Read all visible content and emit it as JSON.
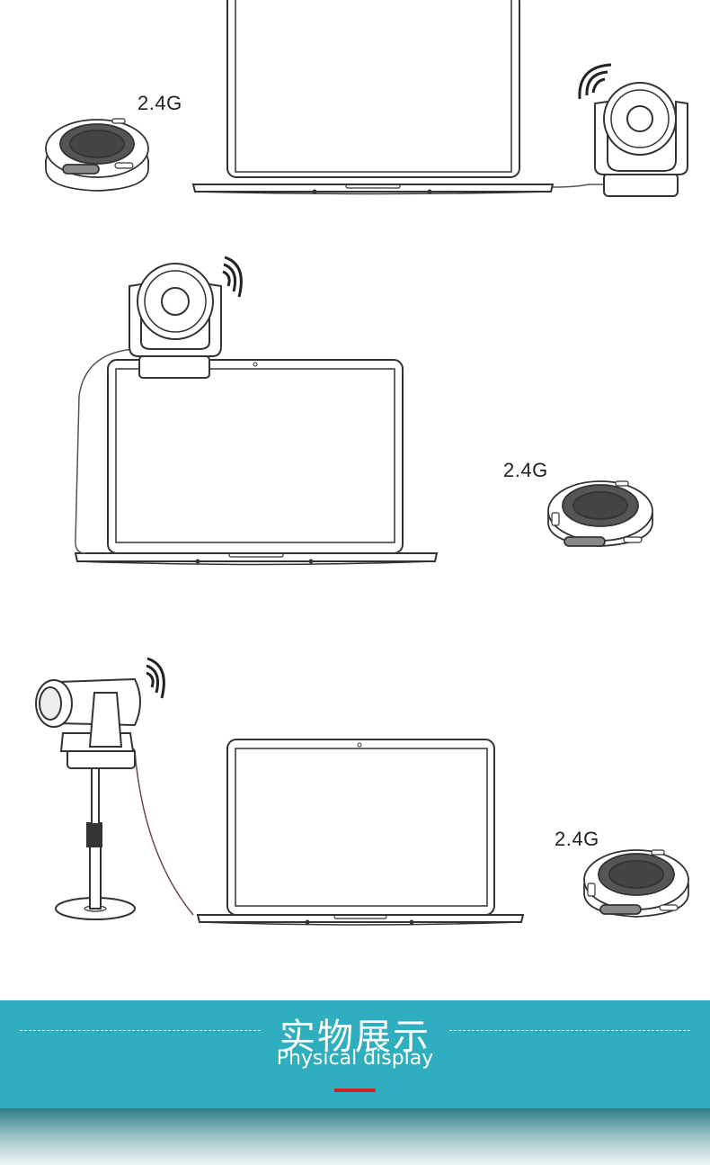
{
  "scenes": [
    {
      "label": "2.4G"
    },
    {
      "label": "2.4G"
    },
    {
      "label": "2.4G"
    }
  ],
  "banner": {
    "title": "实物展示",
    "subtitle": "Physical display",
    "color": "#2eaebe",
    "accent": "#d1242a"
  },
  "icons": [
    "laptop-icon",
    "ptz-camera-icon",
    "speakerphone-icon",
    "wifi-signal-icon",
    "camera-tripod-icon"
  ]
}
